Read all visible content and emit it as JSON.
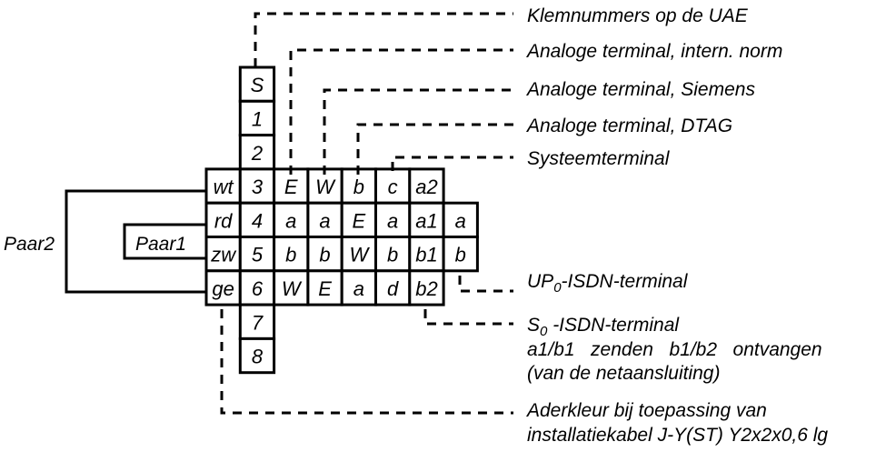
{
  "grid": {
    "rows": [
      {
        "row": 0,
        "col0": 3,
        "cells": [
          "S"
        ]
      },
      {
        "row": 1,
        "col0": 3,
        "cells": [
          "1"
        ]
      },
      {
        "row": 2,
        "col0": 3,
        "cells": [
          "2"
        ]
      },
      {
        "row": 3,
        "col0": 2,
        "cells": [
          "wt",
          "3",
          "E",
          "W",
          "b",
          "c",
          "a2"
        ]
      },
      {
        "row": 4,
        "col0": 2,
        "cells": [
          "rd",
          "4",
          "a",
          "a",
          "E",
          "a",
          "a1",
          "a"
        ]
      },
      {
        "row": 5,
        "col0": 2,
        "cells": [
          "zw",
          "5",
          "b",
          "b",
          "W",
          "b",
          "b1",
          "b"
        ]
      },
      {
        "row": 6,
        "col0": 2,
        "cells": [
          "ge",
          "6",
          "W",
          "E",
          "a",
          "d",
          "b2"
        ]
      },
      {
        "row": 7,
        "col0": 3,
        "cells": [
          "7"
        ]
      },
      {
        "row": 8,
        "col0": 3,
        "cells": [
          "8"
        ]
      }
    ]
  },
  "pair_labels": {
    "outer": "Paar2",
    "inner": "Paar1"
  },
  "callouts": {
    "klemnummers": "Klemnummers op de UAE",
    "intern_norm": "Analoge terminal, intern. norm",
    "siemens": "Analoge terminal, Siemens",
    "dtag": "Analoge terminal, DTAG",
    "systeem": "Systeemterminal",
    "up0_main": "UP",
    "up0_sub": "0",
    "up0_rest": "-ISDN-terminal",
    "s0_main": "S",
    "s0_sub": "0",
    "s0_rest": " -ISDN-terminal",
    "s0_line2": "a1/b1   zenden   b1/b2   ontvangen",
    "s0_line3": "(van de netaansluiting)",
    "aderkleur_line1": "Aderkleur bij toepassing van",
    "aderkleur_line2": "installatiekabel J-Y(ST) Y2x2x0,6 lg"
  }
}
